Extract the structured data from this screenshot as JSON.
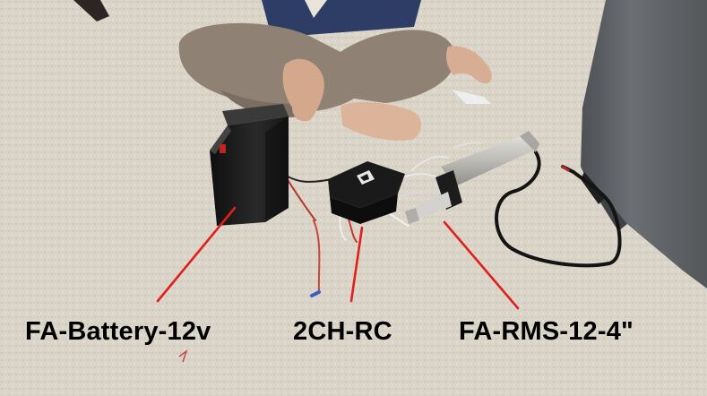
{
  "labels": {
    "battery": "FA-Battery-12v",
    "receiver": "2CH-RC",
    "actuator": "FA-RMS-12-4\""
  },
  "colors": {
    "carpet": "#d9d3c6",
    "pointer_line": "#e0201c",
    "label_text": "#000000",
    "battery_body": "#1c1c1c",
    "sofa": "#5f6265",
    "pants": "#8f8173",
    "shirt": "#2e3d66",
    "actuator_body": "#c9c7c2"
  }
}
